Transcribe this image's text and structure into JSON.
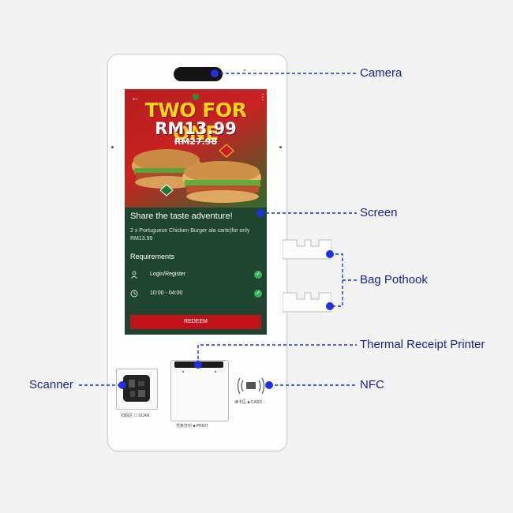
{
  "callouts": {
    "camera": "Camera",
    "screen": "Screen",
    "bag_pothook": "Bag Pothook",
    "printer": "Thermal Receipt Printer",
    "scanner": "Scanner",
    "nfc": "NFC"
  },
  "promo": {
    "title": "TWO FOR ONE",
    "price": "RM13.99",
    "old_price": "RM27.98",
    "heading": "Share the taste adventure!",
    "description": "2 x Portuguese Chicken Burger ala carte)for only RM13.99",
    "requirements_label": "Requirements",
    "requirements": [
      {
        "text": "Login/Register"
      },
      {
        "text": "10:00 - 04:00"
      }
    ],
    "redeem_label": "REDEEM"
  },
  "device_labels": {
    "scan": "扫码区 ☐ SCAN",
    "print": "凭条打印 ■ PRINT",
    "card": "读卡区 ■ CARD"
  },
  "colors": {
    "callout_text": "#1d1f8a",
    "callout_line": "#2030e0",
    "screen_bg": "#1f4430",
    "redeem_button": "#c1121c"
  }
}
